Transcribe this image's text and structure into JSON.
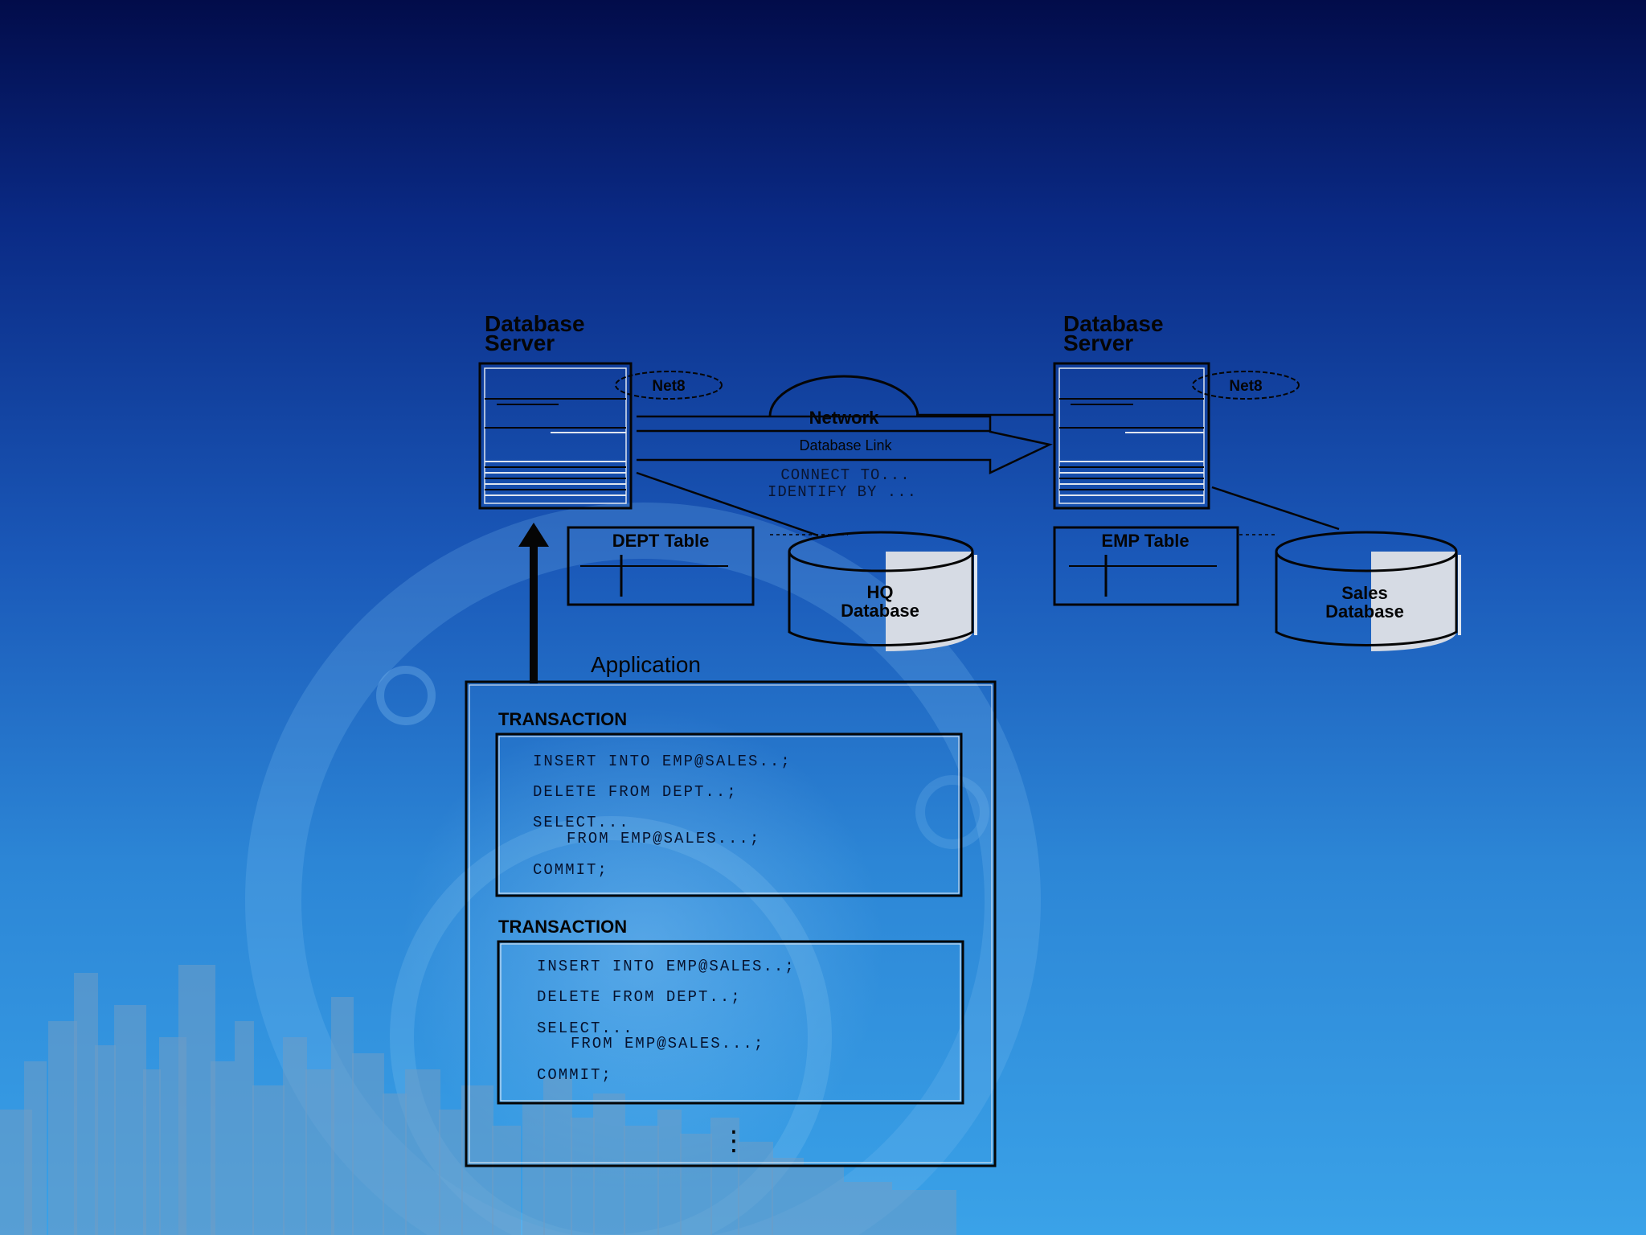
{
  "servers": [
    {
      "title_line1": "Database",
      "title_line2": "Server",
      "net_badge": "Net8"
    },
    {
      "title_line1": "Database",
      "title_line2": "Server",
      "net_badge": "Net8"
    }
  ],
  "network": {
    "cloud_label": "Network",
    "link_label": "Database Link",
    "connect_line1": "CONNECT TO...",
    "connect_line2": "IDENTIFY BY ..."
  },
  "tables": [
    {
      "label": "DEPT Table"
    },
    {
      "label": "EMP Table"
    }
  ],
  "databases": [
    {
      "line1": "HQ",
      "line2": "Database"
    },
    {
      "line1": "Sales",
      "line2": "Database"
    }
  ],
  "application": {
    "label": "Application",
    "transactions": [
      {
        "heading": "TRANSACTION",
        "statements": [
          "INSERT INTO EMP@SALES..;",
          "DELETE FROM DEPT..;",
          "SELECT...",
          "FROM EMP@SALES...;",
          "COMMIT;"
        ]
      },
      {
        "heading": "TRANSACTION",
        "statements": [
          "INSERT INTO EMP@SALES..;",
          "DELETE FROM DEPT..;",
          "SELECT...",
          "FROM EMP@SALES...;",
          "COMMIT;"
        ]
      }
    ],
    "ellipsis": "⋮"
  },
  "colors": {
    "line": "#050505",
    "accent": "#d6dbe4"
  }
}
